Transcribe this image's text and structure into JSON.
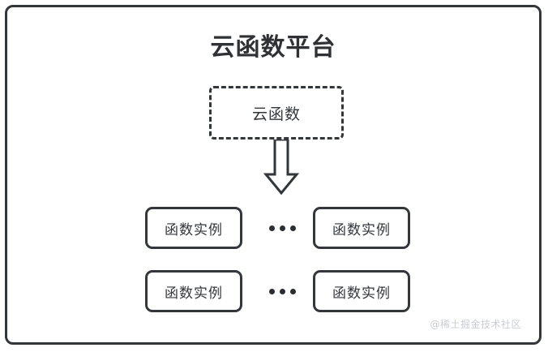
{
  "diagram": {
    "frame": {
      "title": "云函数平台",
      "border_color": "#33363a"
    },
    "cloud_function": {
      "label": "云函数",
      "border_style": "dashed"
    },
    "arrow": {
      "direction": "down",
      "style": "hollow-outline"
    },
    "instance_rows": [
      {
        "left_label": "函数实例",
        "ellipsis": "•••",
        "right_label": "函数实例"
      },
      {
        "left_label": "函数实例",
        "ellipsis": "•••",
        "right_label": "函数实例"
      }
    ],
    "watermark": "@稀土掘金技术社区"
  }
}
